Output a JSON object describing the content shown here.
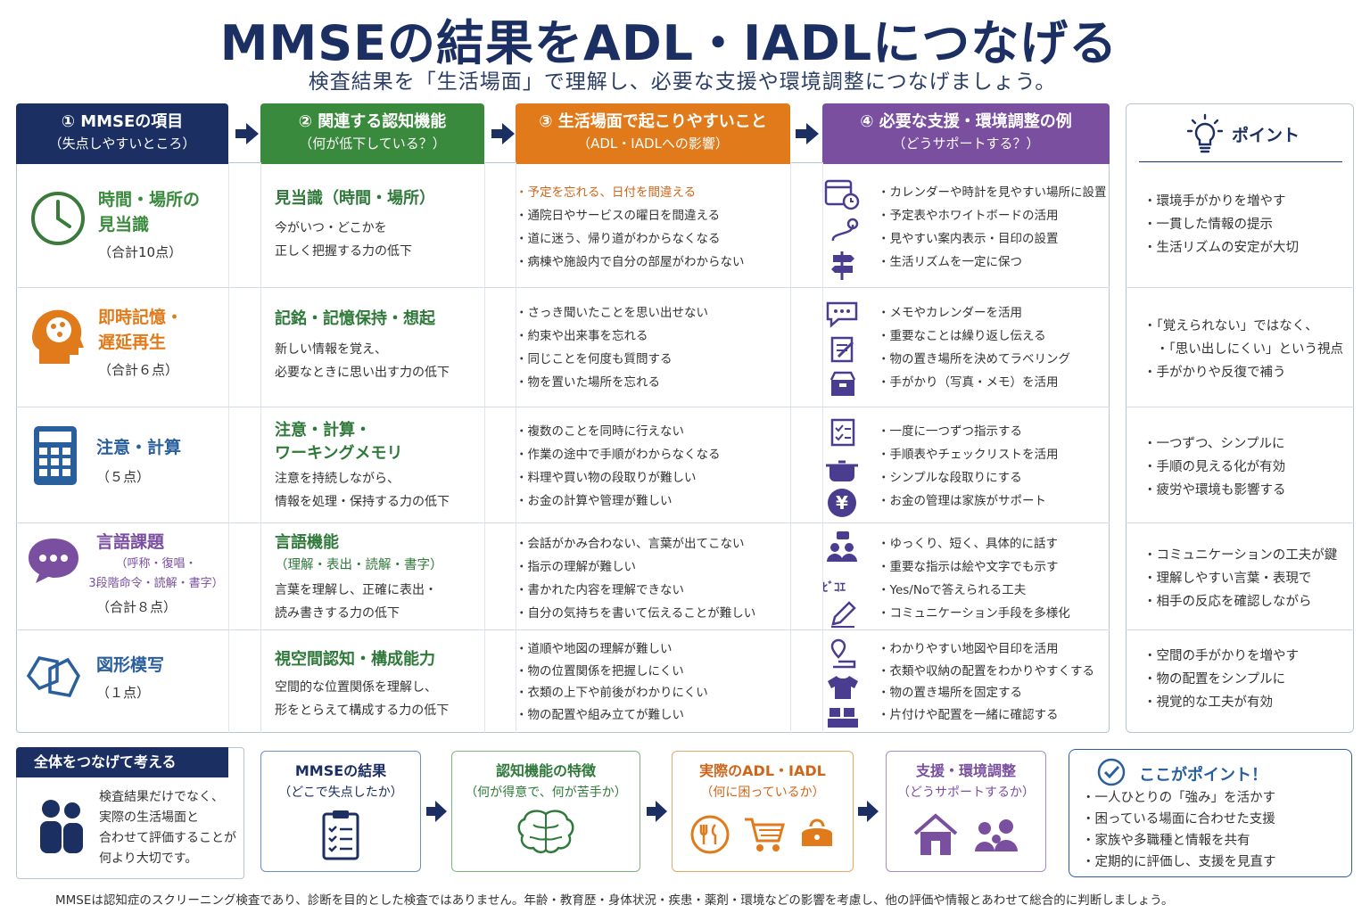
{
  "title": "MMSEの結果をADL・IADLにつなげる",
  "subtitle": "検査結果を「生活場面」で理解し、必要な支援や環境調整につなげましょう。",
  "colors": {
    "navy": "#1b2f63",
    "green": "#3a8a3e",
    "orange": "#e07a1b",
    "purple": "#7a4fa0",
    "blue": "#2a5f9e"
  },
  "headers": [
    {
      "title": "① MMSEの項目",
      "sub": "（失点しやすいところ）"
    },
    {
      "title": "② 関連する認知機能",
      "sub": "（何が低下している？）"
    },
    {
      "title": "③ 生活場面で起こりやすいこと",
      "sub": "（ADL・IADLへの影響）"
    },
    {
      "title": "④ 必要な支援・環境調整の例",
      "sub": "（どうサポートする？）"
    }
  ],
  "point_header": "ポイント",
  "rows": [
    {
      "name": "時間・場所の\n見当識",
      "score": "（合計10点）",
      "func_title": "見当識（時間・場所）",
      "func_desc": [
        "今がいつ・どこかを",
        "正しく把握する力の低下"
      ],
      "life": [
        "予定を忘れる、日付を間違える",
        "通院日やサービスの曜日を間違える",
        "道に迷う、帰り道がわからなくなる",
        "病棟や施設内で自分の部屋がわからない"
      ],
      "support": [
        "カレンダーや時計を見やすい場所に設置",
        "予定表やホワイトボードの活用",
        "見やすい案内表示・目印の設置",
        "生活リズムを一定に保つ"
      ],
      "points": [
        "環境手がかりを増やす",
        "一貫した情報の提示",
        "生活リズムの安定が大切"
      ]
    },
    {
      "name": "即時記憶・\n遅延再生",
      "score": "（合計６点）",
      "func_title": "記銘・記憶保持・想起",
      "func_desc": [
        "新しい情報を覚え、",
        "必要なときに思い出す力の低下"
      ],
      "life": [
        "さっき聞いたことを思い出せない",
        "約束や出来事を忘れる",
        "同じことを何度も質問する",
        "物を置いた場所を忘れる"
      ],
      "support": [
        "メモやカレンダーを活用",
        "重要なことは繰り返し伝える",
        "物の置き場所を決めてラベリング",
        "手がかり（写真・メモ）を活用"
      ],
      "points": [
        "「覚えられない」ではなく、",
        "「思い出しにくい」という視点",
        "手がかりや反復で補う"
      ]
    },
    {
      "name": "注意・計算",
      "score": "（５点）",
      "func_title": "注意・計算・\nワーキングメモリ",
      "func_desc": [
        "注意を持続しながら、",
        "情報を処理・保持する力の低下"
      ],
      "life": [
        "複数のことを同時に行えない",
        "作業の途中で手順がわからなくなる",
        "料理や買い物の段取りが難しい",
        "お金の計算や管理が難しい"
      ],
      "support": [
        "一度に一つずつ指示する",
        "手順表やチェックリストを活用",
        "シンプルな段取りにする",
        "お金の管理は家族がサポート"
      ],
      "points": [
        "一つずつ、シンプルに",
        "手順の見える化が有効",
        "疲労や環境も影響する"
      ]
    },
    {
      "name": "言語課題",
      "name_sub": "（呼称・復唱・\n3段階命令・読解・書字）",
      "score": "（合計８点）",
      "func_title": "言語機能",
      "func_title_sub": "（理解・表出・読解・書字）",
      "func_desc": [
        "言葉を理解し、正確に表出・",
        "読み書きする力の低下"
      ],
      "life": [
        "会話がかみ合わない、言葉が出てこない",
        "指示の理解が難しい",
        "書かれた内容を理解できない",
        "自分の気持ちを書いて伝えることが難しい"
      ],
      "support": [
        "ゆっくり、短く、具体的に話す",
        "重要な指示は絵や文字でも示す",
        "Yes/Noで答えられる工夫",
        "コミュニケーション手段を多様化"
      ],
      "points": [
        "コミュニケーションの工夫が鍵",
        "理解しやすい言葉・表現で",
        "相手の反応を確認しながら"
      ]
    },
    {
      "name": "図形模写",
      "score": "（１点）",
      "func_title": "視空間認知・構成能力",
      "func_desc": [
        "空間的な位置関係を理解し、",
        "形をとらえて構成する力の低下"
      ],
      "life": [
        "道順や地図の理解が難しい",
        "物の位置関係を把握しにくい",
        "衣類の上下や前後がわかりにくい",
        "物の配置や組み立てが難しい"
      ],
      "support": [
        "わかりやすい地図や目印を活用",
        "衣類や収納の配置をわかりやすくする",
        "物の置き場所を固定する",
        "片付けや配置を一緒に確認する"
      ],
      "points": [
        "空間の手がかりを増やす",
        "物の配置をシンプルに",
        "視覚的な工夫が有効"
      ]
    }
  ],
  "bottom": {
    "overall_title": "全体をつなげて考える",
    "overall_text": [
      "検査結果だけでなく、",
      "実際の生活場面と",
      "合わせて評価することが",
      "何より大切です。"
    ],
    "boxes": [
      {
        "title": "MMSEの結果",
        "sub": "（どこで失点したか）"
      },
      {
        "title": "認知機能の特徴",
        "sub": "（何が得意で、何が苦手か）"
      },
      {
        "title": "実際のADL・IADL",
        "sub": "（何に困っているか）"
      },
      {
        "title": "支援・環境調整",
        "sub": "（どうサポートするか）"
      }
    ],
    "point_title": "ここがポイント！",
    "point_items": [
      "一人ひとりの「強み」を活かす",
      "困っている場面に合わせた支援",
      "家族や多職種と情報を共有",
      "定期的に評価し、支援を見直す"
    ]
  },
  "footer": "MMSEは認知症のスクリーニング検査であり、診断を目的とした検査ではありません。年齢・教育歴・身体状況・疾患・薬剤・環境などの影響を考慮し、他の評価や情報とあわせて総合的に判断しましょう。"
}
